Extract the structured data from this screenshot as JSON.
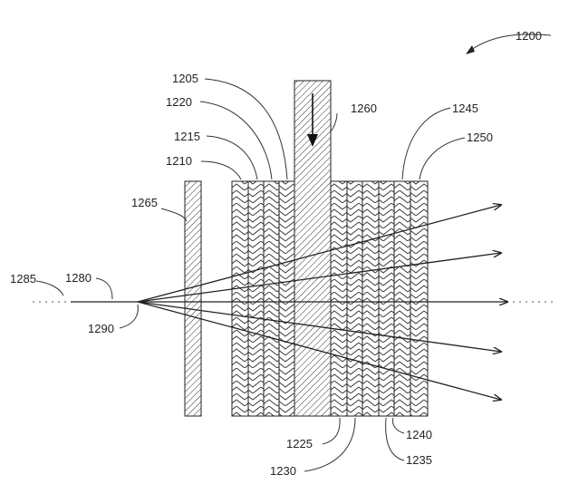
{
  "figure": {
    "labels": {
      "r1200": "1200",
      "r1205": "1205",
      "r1210": "1210",
      "r1215": "1215",
      "r1220": "1220",
      "r1225": "1225",
      "r1230": "1230",
      "r1235": "1235",
      "r1240": "1240",
      "r1245": "1245",
      "r1250": "1250",
      "r1260": "1260",
      "r1265": "1265",
      "r1280": "1280",
      "r1285": "1285",
      "r1290": "1290"
    },
    "colors": {
      "stroke": "#222222",
      "background": "#ffffff"
    }
  }
}
